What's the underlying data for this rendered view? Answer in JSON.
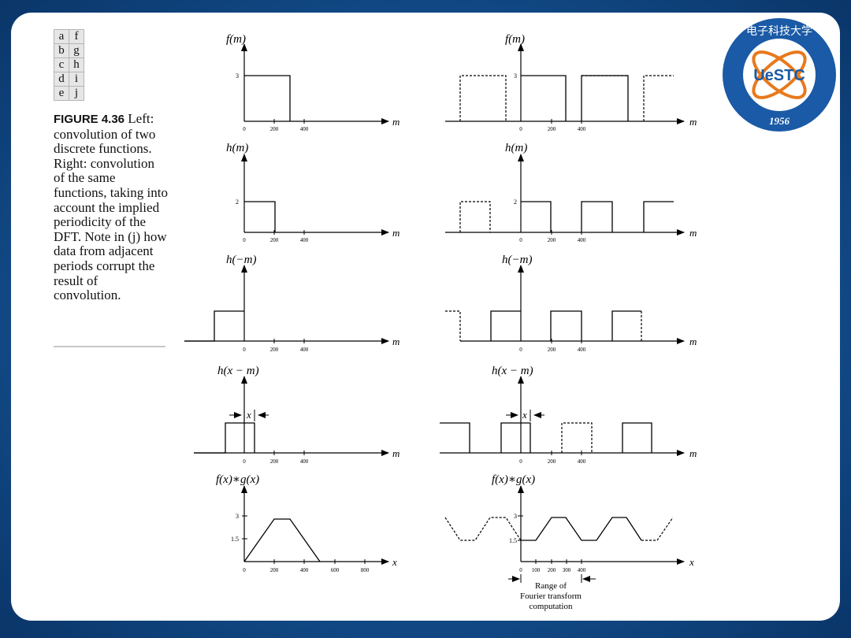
{
  "panel_letters": [
    [
      "a",
      "f"
    ],
    [
      "b",
      "g"
    ],
    [
      "c",
      "h"
    ],
    [
      "d",
      "i"
    ],
    [
      "e",
      "j"
    ]
  ],
  "caption": {
    "figure_label": "FIGURE 4.36",
    "text": " Left: convolution of two discrete functions. Right: convolution of the same functions, taking into account the implied periodicity of the DFT. Note in (j) how data from adjacent periods corrupt the result of convolution."
  },
  "rows": [
    {
      "ylabel": "f(m)",
      "axis_var": "m",
      "y_ticks_left": [
        "3"
      ],
      "y_ticks_right": [
        "3"
      ],
      "x_ticks": [
        "0",
        "200",
        "400"
      ]
    },
    {
      "ylabel": "h(m)",
      "axis_var": "m",
      "y_ticks_left": [
        "2"
      ],
      "y_ticks_right": [
        "2"
      ],
      "x_ticks": [
        "0",
        "200",
        "400"
      ]
    },
    {
      "ylabel": "h(−m)",
      "axis_var": "m",
      "y_ticks_left": [],
      "y_ticks_right": [],
      "x_ticks": [
        "0",
        "200",
        "400"
      ]
    },
    {
      "ylabel": "h(x − m)",
      "axis_var": "m",
      "shift_label": "x",
      "x_ticks": [
        "0",
        "200",
        "400"
      ]
    },
    {
      "ylabel": "f(x)∗g(x)",
      "axis_var": "x",
      "y_ticks": [
        "3",
        "1.5"
      ],
      "x_ticks_left": [
        "0",
        "200",
        "400",
        "600",
        "800"
      ],
      "x_ticks_right": [
        "0",
        "100",
        "200",
        "300",
        "400"
      ]
    }
  ],
  "range_note": {
    "line1": "Range of",
    "line2": "Fourier transform",
    "line3": "computation"
  },
  "logo": {
    "text": "UeSTC",
    "year": "1956",
    "chars": "电子科技大学",
    "color": "#1a5aa6",
    "accent": "#e8791c"
  }
}
